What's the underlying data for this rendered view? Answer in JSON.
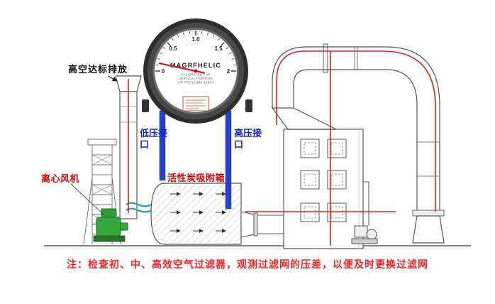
{
  "annotations": {
    "emission": "高空达标排放",
    "low_pressure_port": "低压接口",
    "high_pressure_port": "高压接口",
    "centrifugal_fan": "离心风机",
    "carbon_box": "活性炭吸附箱",
    "bottom_note": "注：检查初、中、高效空气过滤器，观测过滤网的压差，以便及时更换过滤网"
  },
  "gauge": {
    "brand": "MAGRFHELIC",
    "sub_lines": [
      "CALIBRATED FOR",
      "VERTICAL POSITION",
      "AIR PRESSURE 15KPA"
    ],
    "scale_ticks": [
      "0",
      "0.5",
      "1.0",
      "1.5",
      "2"
    ]
  },
  "colors": {
    "blue_pipe": "#2741c9",
    "blue_text": "#1526c8",
    "red_line": "#e22020",
    "red_text": "#e60000",
    "note_red": "#f52222",
    "green_fan": "#33a93c",
    "teal_duct": "#2fa8a0"
  }
}
